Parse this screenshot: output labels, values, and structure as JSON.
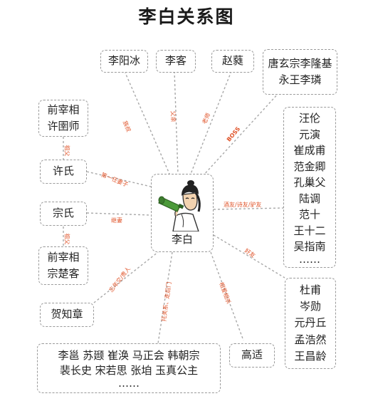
{
  "title": "李白关系图",
  "center": {
    "label": "李白"
  },
  "nodes": {
    "li_yangbing": "李阳冰",
    "li_ke": "李客",
    "zhao_rui": "赵蕤",
    "emperor": [
      "唐玄宗李隆基",
      "永王李璘"
    ],
    "grandfather_xu": [
      "前宰相",
      "许圉师"
    ],
    "xu_shi": "许氏",
    "zong_shi": "宗氏",
    "grandfather_zong": [
      "前宰相",
      "宗楚客"
    ],
    "he_zhizhang": "贺知章",
    "gao_shi": "高适",
    "friends": [
      "汪伦",
      "元演",
      "崔成甫",
      "范金卿",
      "孔巢父",
      "陆调",
      "范十",
      "王十二",
      "吴指南",
      "……"
    ],
    "poets": [
      "杜甫",
      "岑勋",
      "元丹丘",
      "孟浩然",
      "王昌龄"
    ],
    "officials": [
      "李邕 苏颋 崔涣 马正会 韩朝宗",
      "裴长史 宋若思 张垍 玉真公主",
      "……"
    ]
  },
  "edge_labels": {
    "yangbing": "族叔",
    "ke": "父亲",
    "zhao": "老师",
    "emperor": "BOSS",
    "xu_shi": "第一任妻子",
    "grandfather_xu": "祖父",
    "zong_shi": "继妻",
    "grandfather_zong": "祖父",
    "friends": "酒友/诗友/驴友",
    "poets": "好友",
    "he": "忘年交/贵人",
    "officials": "托关系、走后门",
    "gao": "相爱相杀"
  },
  "colors": {
    "edge_label": "#e0542a",
    "border": "#9a9a9a"
  }
}
